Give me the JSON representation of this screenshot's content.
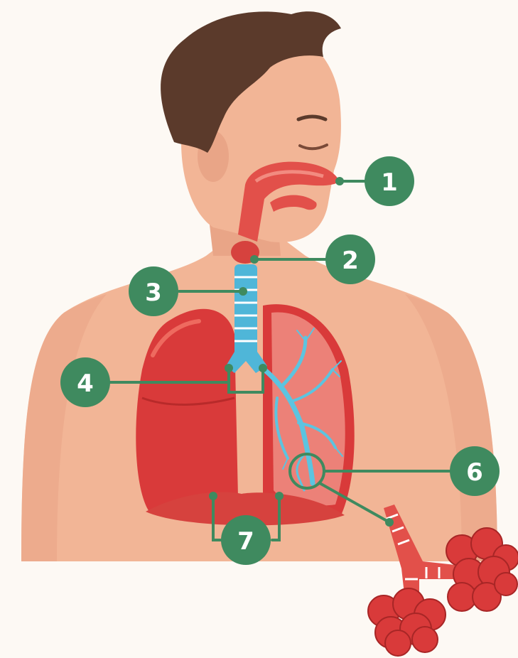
{
  "diagram": {
    "colors": {
      "background": "#fdf9f4",
      "skin": "#f2b596",
      "skin_shadow": "#e09c7d",
      "hair": "#5b3a2b",
      "lung": "#d93a3a",
      "lung_dark": "#b82a2a",
      "airway": "#e2504a",
      "trachea": "#4fb6d8",
      "callout": "#3f8a5f",
      "callout_line": "#3f8a5f"
    },
    "callouts": [
      {
        "number": "1"
      },
      {
        "number": "2"
      },
      {
        "number": "3"
      },
      {
        "number": "4"
      },
      {
        "number": "6"
      },
      {
        "number": "7"
      }
    ],
    "icons": {
      "figure": "human-torso-icon",
      "alveoli": "alveoli-cluster-icon"
    }
  }
}
